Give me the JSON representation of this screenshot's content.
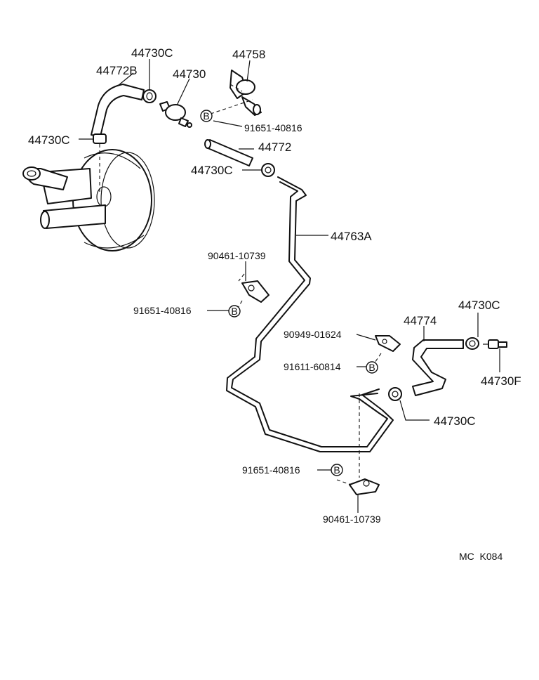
{
  "diagram": {
    "code": "MC  K084",
    "bolt_symbol": "B",
    "labels": {
      "l44730c_top": "44730C",
      "l44772b": "44772B",
      "l44730": "44730",
      "l44758": "44758",
      "l91651_top": "91651-40816",
      "l44730c_left": "44730C",
      "l44772": "44772",
      "l44730c_mid": "44730C",
      "l44763a": "44763A",
      "l90461_mid": "90461-10739",
      "l91651_mid": "91651-40816",
      "l44730c_right": "44730C",
      "l44774": "44774",
      "l90949": "90949-01624",
      "l91611": "91611-60814",
      "l44730f": "44730F",
      "l44730c_low": "44730C",
      "l91651_low": "91651-40816",
      "l90461_low": "90461-10739"
    }
  }
}
